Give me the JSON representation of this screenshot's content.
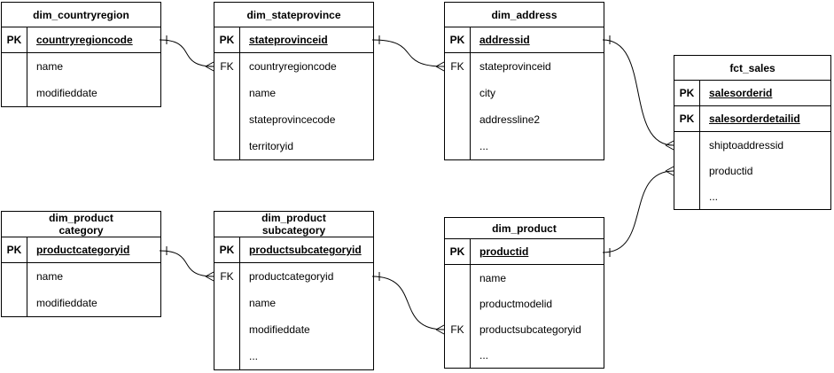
{
  "tables": {
    "countryregion": {
      "title": "dim_countryregion",
      "rows": [
        {
          "key": "PK",
          "name": "countryregioncode"
        },
        {
          "key": "",
          "name": "name"
        },
        {
          "key": "",
          "name": "modifieddate"
        }
      ]
    },
    "stateprovince": {
      "title": "dim_stateprovince",
      "rows": [
        {
          "key": "PK",
          "name": "stateprovinceid"
        },
        {
          "key": "FK",
          "name": "countryregioncode"
        },
        {
          "key": "",
          "name": "name"
        },
        {
          "key": "",
          "name": "stateprovincecode"
        },
        {
          "key": "",
          "name": "territoryid"
        }
      ]
    },
    "address": {
      "title": "dim_address",
      "rows": [
        {
          "key": "PK",
          "name": "addressid"
        },
        {
          "key": "FK",
          "name": "stateprovinceid"
        },
        {
          "key": "",
          "name": "city"
        },
        {
          "key": "",
          "name": "addressline2"
        },
        {
          "key": "",
          "name": "..."
        }
      ]
    },
    "fct_sales": {
      "title": "fct_sales",
      "rows": [
        {
          "key": "PK",
          "name": "salesorderid"
        },
        {
          "key": "PK",
          "name": "salesorderdetailid"
        },
        {
          "key": "",
          "name": "shiptoaddressid"
        },
        {
          "key": "",
          "name": "productid"
        },
        {
          "key": "",
          "name": "..."
        }
      ]
    },
    "product_category": {
      "title": "dim_product\ncategory",
      "rows": [
        {
          "key": "PK",
          "name": "productcategoryid"
        },
        {
          "key": "",
          "name": "name"
        },
        {
          "key": "",
          "name": "modifieddate"
        }
      ]
    },
    "product_subcategory": {
      "title": "dim_product\nsubcategory",
      "rows": [
        {
          "key": "PK",
          "name": "productsubcategoryid"
        },
        {
          "key": "FK",
          "name": "productcategoryid"
        },
        {
          "key": "",
          "name": "name"
        },
        {
          "key": "",
          "name": "modifieddate"
        },
        {
          "key": "",
          "name": "..."
        }
      ]
    },
    "product": {
      "title": "dim_product",
      "rows": [
        {
          "key": "PK",
          "name": "productid"
        },
        {
          "key": "",
          "name": "name"
        },
        {
          "key": "",
          "name": "productmodelid"
        },
        {
          "key": "FK",
          "name": "productsubcategoryid"
        },
        {
          "key": "",
          "name": "..."
        }
      ]
    }
  },
  "relationships": [
    {
      "from_table": "dim_countryregion",
      "from_field": "countryregioncode",
      "to_table": "dim_stateprovince",
      "to_field": "countryregioncode",
      "from_cardinality": "one",
      "to_cardinality": "many"
    },
    {
      "from_table": "dim_stateprovince",
      "from_field": "stateprovinceid",
      "to_table": "dim_address",
      "to_field": "stateprovinceid",
      "from_cardinality": "one",
      "to_cardinality": "many"
    },
    {
      "from_table": "dim_address",
      "from_field": "addressid",
      "to_table": "fct_sales",
      "to_field": "shiptoaddressid",
      "from_cardinality": "one",
      "to_cardinality": "many"
    },
    {
      "from_table": "dim_product",
      "from_field": "productid",
      "to_table": "fct_sales",
      "to_field": "productid",
      "from_cardinality": "one",
      "to_cardinality": "many"
    },
    {
      "from_table": "dim_product category",
      "from_field": "productcategoryid",
      "to_table": "dim_product subcategory",
      "to_field": "productcategoryid",
      "from_cardinality": "one",
      "to_cardinality": "many"
    },
    {
      "from_table": "dim_product subcategory",
      "from_field": "productsubcategoryid",
      "to_table": "dim_product",
      "to_field": "productsubcategoryid",
      "from_cardinality": "one",
      "to_cardinality": "many"
    }
  ],
  "colors": {
    "line": "#000000",
    "fill": "#ffffff",
    "text": "#000000"
  }
}
